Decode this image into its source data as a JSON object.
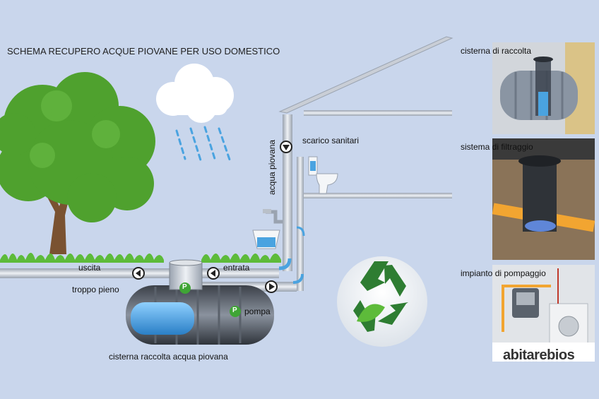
{
  "title": "SCHEMA RECUPERO ACQUE PIOVANE PER USO DOMESTICO",
  "labels": {
    "uscita": "uscita",
    "entrata": "entrata",
    "troppo_pieno": "troppo pieno",
    "pompa": "pompa",
    "cisterna": "cisterna raccolta acqua piovana",
    "scarico_sanitari": "scarico sanitari",
    "acqua_piovana": "acqua piovana",
    "pump_badge": "P"
  },
  "photos": [
    {
      "caption": "cisterna di raccolta"
    },
    {
      "caption": "sistema di filtraggio"
    },
    {
      "caption": "impianto di pompaggio"
    }
  ],
  "brand": {
    "part1": "abitare",
    "part2": "bios"
  },
  "colors": {
    "background": "#c9d6ec",
    "pipe": "#d8dde6",
    "water": "#4aa3e0",
    "grass": "#5dbb3a",
    "tree": "#4fa12e",
    "trunk": "#7a5231",
    "pump": "#3fa535",
    "recycle": "#2e7d32"
  }
}
